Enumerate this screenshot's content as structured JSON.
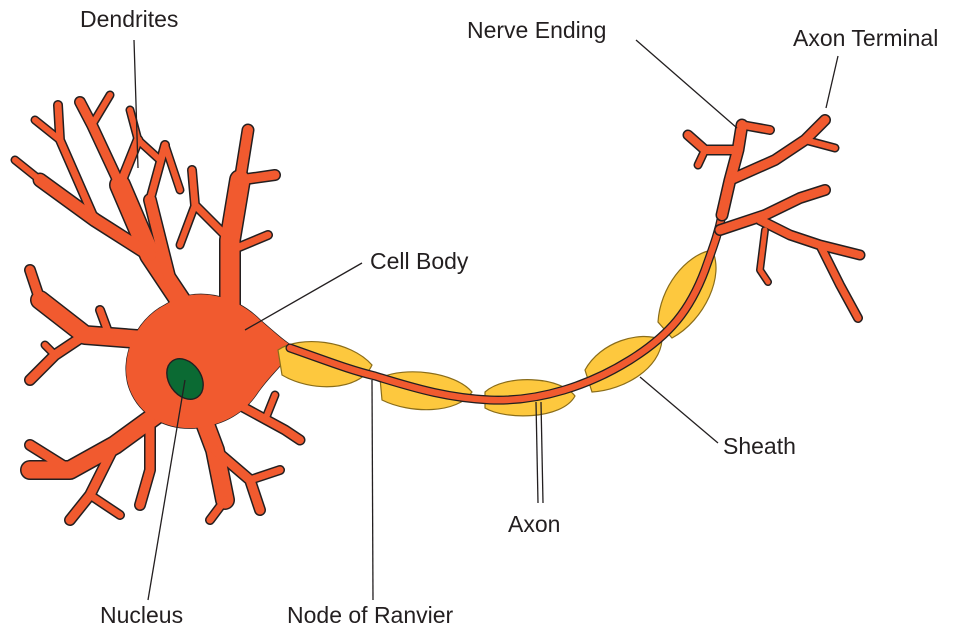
{
  "labels": {
    "dendrites": "Dendrites",
    "nerve_ending": "Nerve Ending",
    "axon_terminal": "Axon Terminal",
    "cell_body": "Cell Body",
    "sheath": "Sheath",
    "axon": "Axon",
    "nucleus": "Nucleus",
    "node_of_ranvier": "Node of Ranvier"
  },
  "colors": {
    "cell": "#f15a2f",
    "sheath": "#fdc83e",
    "nucleus": "#0b6a33",
    "outline": "#231f20",
    "text": "#231f20"
  }
}
